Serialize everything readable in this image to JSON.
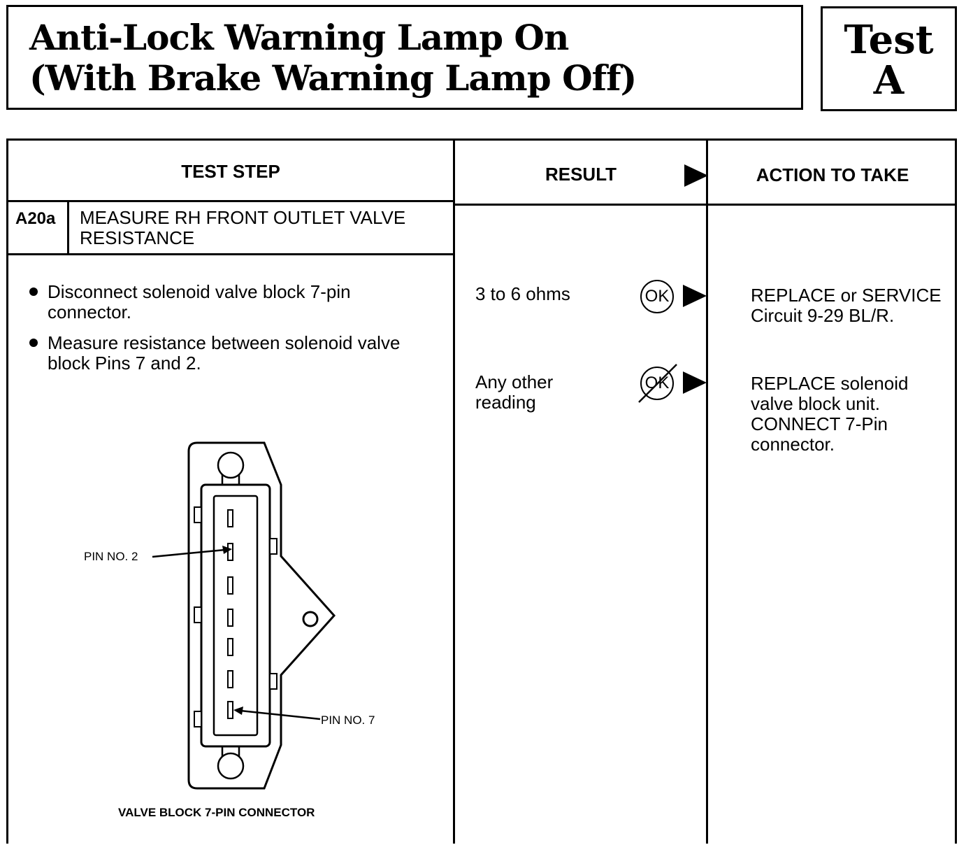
{
  "header": {
    "title_line_1": "Anti-Lock Warning Lamp On",
    "title_line_2": "(With Brake Warning Lamp Off)",
    "test_label": "Test",
    "test_id": "A"
  },
  "table": {
    "headers": {
      "test_step": "TEST STEP",
      "result": "RESULT",
      "action": "ACTION TO TAKE"
    },
    "step": {
      "id": "A20a",
      "title": "MEASURE RH FRONT OUTLET VALVE RESISTANCE",
      "instructions": [
        "Disconnect solenoid valve block 7-pin connector.",
        "Measure resistance between solenoid valve block Pins 7 and 2."
      ]
    },
    "results": [
      {
        "condition": "3 to 6 ohms",
        "badge": "OK",
        "action": "REPLACE or SERVICE Circuit 9-29 BL/R."
      },
      {
        "condition": "Any other reading",
        "badge": "OK",
        "action": "REPLACE solenoid valve block unit. CONNECT 7-Pin connector."
      }
    ]
  },
  "diagram": {
    "caption": "VALVE BLOCK 7-PIN CONNECTOR",
    "pin_label_2": "PIN NO. 2",
    "pin_label_7": "PIN NO. 7"
  },
  "colors": {
    "ink": "#000000",
    "paper": "#ffffff"
  }
}
